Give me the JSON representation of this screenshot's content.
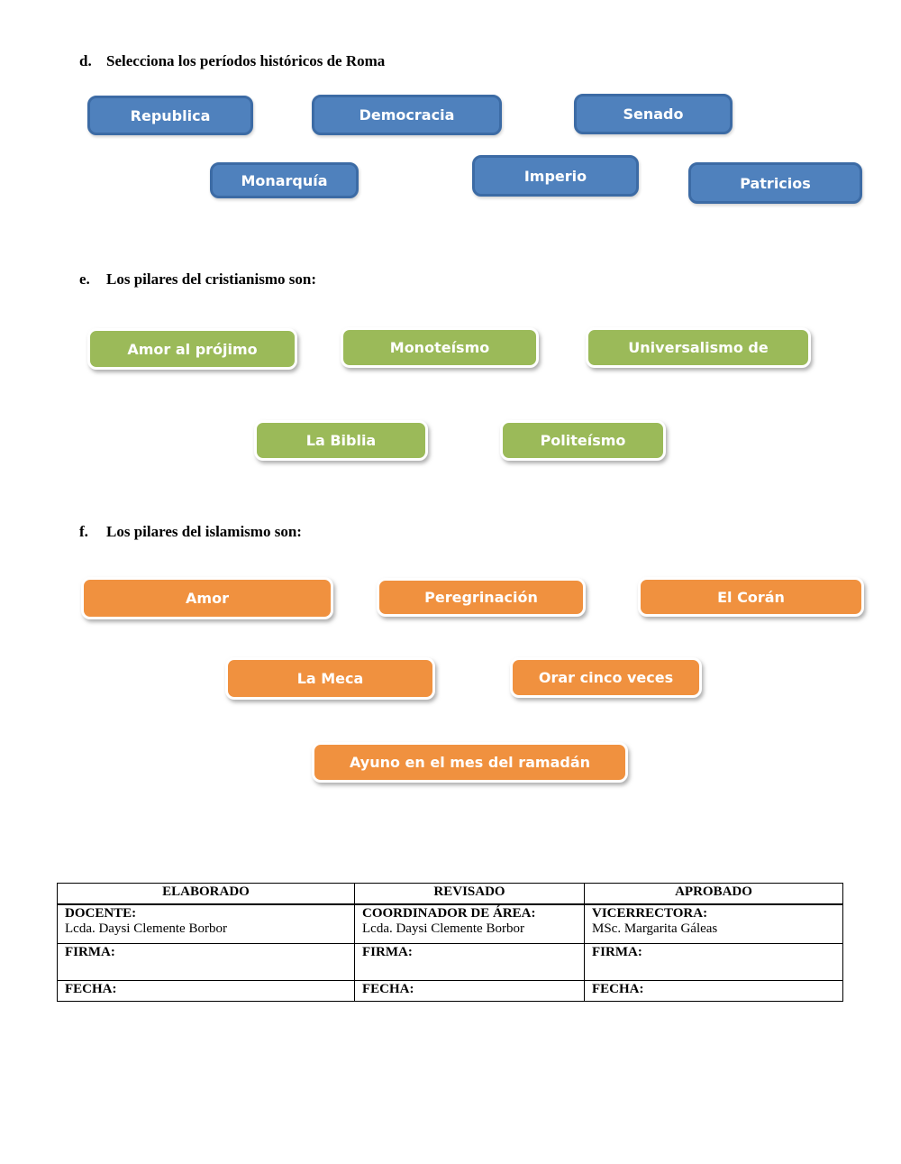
{
  "questions": {
    "d": {
      "label": "d.",
      "title": "Selecciona los períodos históricos de Roma",
      "options": [
        "Republica",
        "Democracia",
        "Senado",
        "Monarquía",
        "Imperio",
        "Patricios"
      ]
    },
    "e": {
      "label": "e.",
      "title": "Los pilares del cristianismo son:",
      "options": [
        "Amor al prójimo",
        "Monoteísmo",
        "Universalismo de",
        "La Biblia",
        "Politeísmo"
      ]
    },
    "f": {
      "label": "f.",
      "title": "Los pilares del islamismo son:",
      "options": [
        "Amor",
        "Peregrinación",
        "El Corán",
        "La Meca",
        "Orar cinco veces",
        "Ayuno en el mes del ramadán"
      ]
    }
  },
  "colors": {
    "rome_option_fill": "#4f81bd",
    "rome_option_border": "#3c6ba5",
    "christianity_option_fill": "#9bba59",
    "islam_option_fill": "#f0913f",
    "option_text": "#ffffff",
    "option_light_border": "#ffffff",
    "page_background": "#ffffff",
    "table_border": "#000000"
  },
  "approval_table": {
    "columns": [
      {
        "header": "ELABORADO",
        "role": "DOCENTE:",
        "name": "Lcda. Daysi Clemente Borbor",
        "firma": "FIRMA:",
        "fecha": "FECHA:"
      },
      {
        "header": "REVISADO",
        "role": "COORDINADOR DE ÁREA:",
        "name": "Lcda. Daysi Clemente Borbor",
        "firma": "FIRMA:",
        "fecha": "FECHA:"
      },
      {
        "header": "APROBADO",
        "role": "VICERRECTORA:",
        "name": "MSc. Margarita Gáleas",
        "firma": "FIRMA:",
        "fecha": "FECHA:"
      }
    ]
  }
}
